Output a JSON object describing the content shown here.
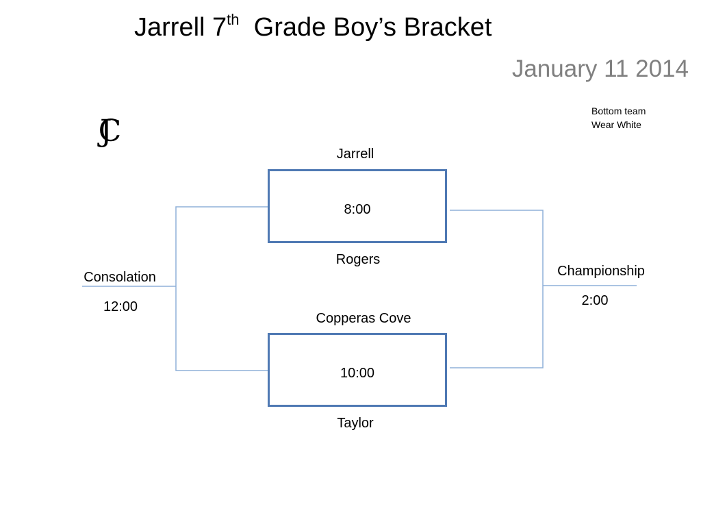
{
  "header": {
    "title_part1": "Jarrell 7",
    "title_sup": "th",
    "title_part2": "  Grade Boy’s Bracket",
    "date": "January 11 2014"
  },
  "note": {
    "line1": "Bottom team",
    "line2": "Wear White"
  },
  "logo": {
    "letter1": "J",
    "letter2": "C",
    "icon": "jc-monogram-logo"
  },
  "games": [
    {
      "top_team": "Jarrell",
      "time": "8:00",
      "bottom_team": "Rogers"
    },
    {
      "top_team": "Copperas Cove",
      "time": "10:00",
      "bottom_team": "Taylor"
    }
  ],
  "consolation": {
    "label": "Consolation",
    "time": "12:00"
  },
  "championship": {
    "label": "Championship",
    "time": "2:00"
  },
  "colors": {
    "box_border": "#4f79b3",
    "line": "#8fb0d8",
    "date": "#808080"
  }
}
